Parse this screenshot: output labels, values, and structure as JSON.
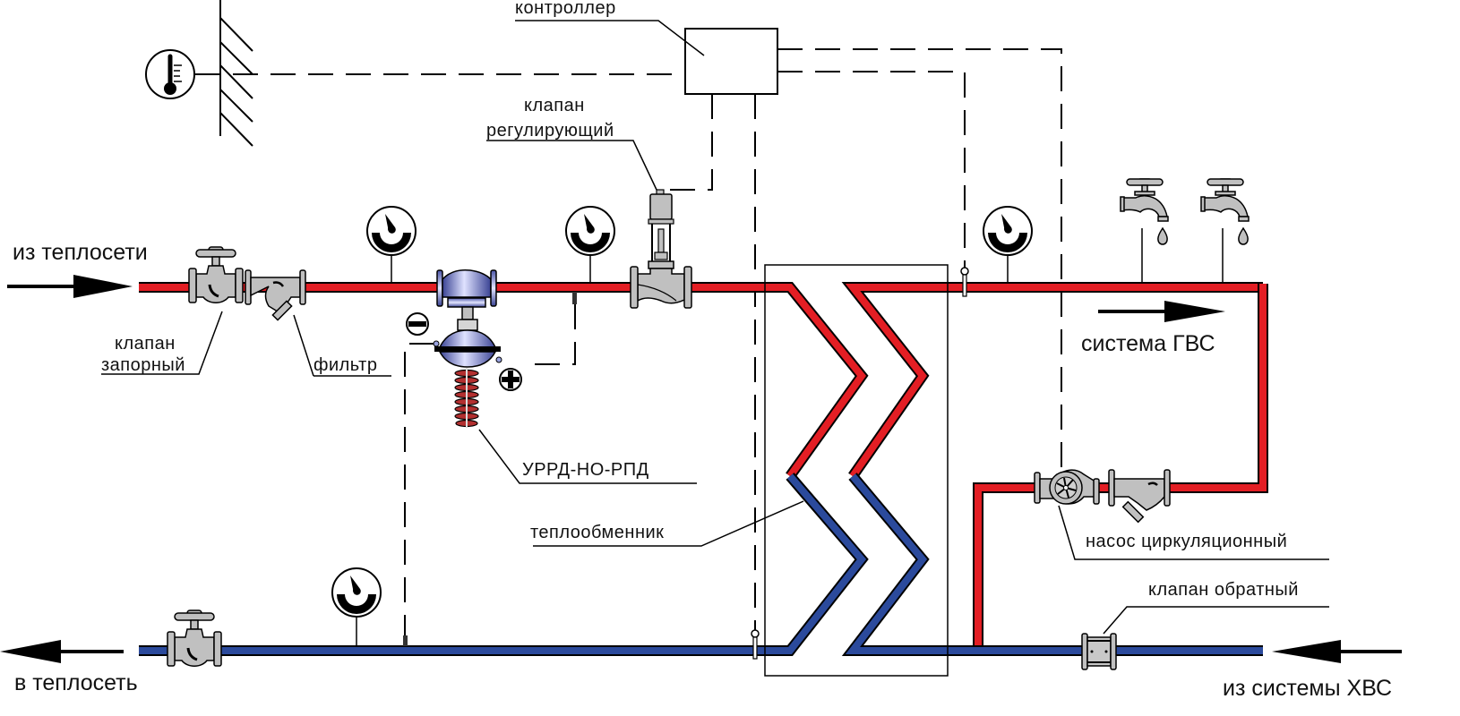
{
  "title": "Схема подключения теплообменника ГВС",
  "colors": {
    "supply_pipe": "#e31e24",
    "return_pipe": "#2b4a9c",
    "valve_fill": "#c0c0c0",
    "regulator_fill": "#7d86c8",
    "line": "#000000"
  },
  "labels": {
    "controller": "контроллер",
    "control_valve_line1": "клапан",
    "control_valve_line2": "регулирующий",
    "from_heat_network": "из теплосети",
    "to_heat_network": "в теплосеть",
    "shutoff_valve_line1": "клапан",
    "shutoff_valve_line2": "запорный",
    "filter": "фильтр",
    "pressure_regulator": "УРРД-НО-РПД",
    "heat_exchanger": "теплообменник",
    "hot_water_system": "система ГВС",
    "circulation_pump": "насос циркуляционный",
    "check_valve": "клапан обратный",
    "from_cold_water_system": "из системы ХВС"
  },
  "symbols": {
    "minus": "minus-sign-icon",
    "plus": "plus-sign-icon",
    "thermometer": "thermometer-icon",
    "gauge": "pressure-gauge-icon",
    "tap": "water-tap-icon"
  }
}
